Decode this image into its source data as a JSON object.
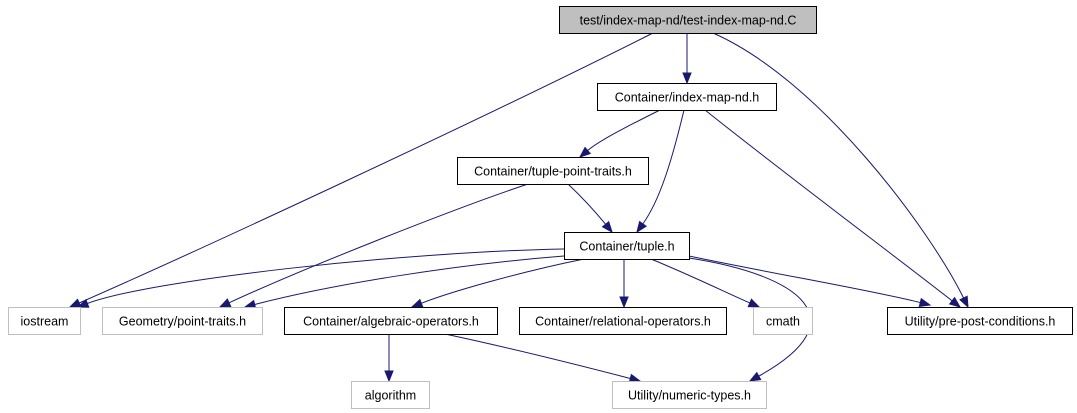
{
  "title": "Include dependency graph for test/index-map-nd/test-index-map-nd.C",
  "colors": {
    "edge": "#191970",
    "root_fill": "#bfbfbf",
    "node_fill": "#ffffff",
    "documented_border": "#000000",
    "external_border": "#bfbfbf"
  },
  "nodes": [
    {
      "id": "root",
      "label": "test/index-map-nd/test-index-map-nd.C",
      "kind": "root"
    },
    {
      "id": "index_map_nd",
      "label": "Container/index-map-nd.h",
      "kind": "documented"
    },
    {
      "id": "tuple_point_traits",
      "label": "Container/tuple-point-traits.h",
      "kind": "documented"
    },
    {
      "id": "tuple",
      "label": "Container/tuple.h",
      "kind": "documented"
    },
    {
      "id": "iostream",
      "label": "iostream",
      "kind": "external"
    },
    {
      "id": "point_traits",
      "label": "Geometry/point-traits.h",
      "kind": "external"
    },
    {
      "id": "algebraic_operators",
      "label": "Container/algebraic-operators.h",
      "kind": "documented"
    },
    {
      "id": "relational_operators",
      "label": "Container/relational-operators.h",
      "kind": "documented"
    },
    {
      "id": "cmath",
      "label": "cmath",
      "kind": "external"
    },
    {
      "id": "pre_post_conditions",
      "label": "Utility/pre-post-conditions.h",
      "kind": "documented"
    },
    {
      "id": "algorithm",
      "label": "algorithm",
      "kind": "external"
    },
    {
      "id": "numeric_types",
      "label": "Utility/numeric-types.h",
      "kind": "external"
    }
  ],
  "edges": [
    {
      "from": "root",
      "to": "iostream"
    },
    {
      "from": "root",
      "to": "index_map_nd"
    },
    {
      "from": "root",
      "to": "pre_post_conditions"
    },
    {
      "from": "index_map_nd",
      "to": "tuple_point_traits"
    },
    {
      "from": "index_map_nd",
      "to": "tuple"
    },
    {
      "from": "index_map_nd",
      "to": "pre_post_conditions"
    },
    {
      "from": "tuple_point_traits",
      "to": "point_traits"
    },
    {
      "from": "tuple_point_traits",
      "to": "tuple"
    },
    {
      "from": "tuple",
      "to": "iostream"
    },
    {
      "from": "tuple",
      "to": "point_traits"
    },
    {
      "from": "tuple",
      "to": "algebraic_operators"
    },
    {
      "from": "tuple",
      "to": "relational_operators"
    },
    {
      "from": "tuple",
      "to": "cmath"
    },
    {
      "from": "tuple",
      "to": "pre_post_conditions"
    },
    {
      "from": "tuple",
      "to": "numeric_types"
    },
    {
      "from": "algebraic_operators",
      "to": "algorithm"
    },
    {
      "from": "algebraic_operators",
      "to": "numeric_types"
    }
  ]
}
